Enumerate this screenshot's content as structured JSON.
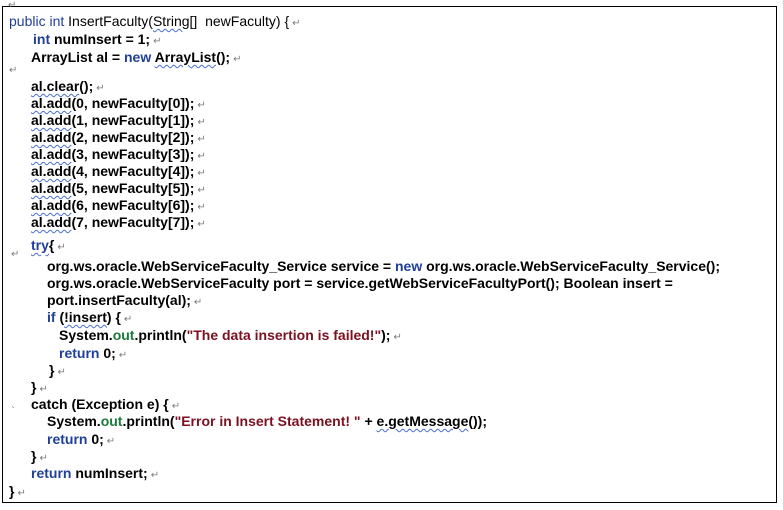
{
  "code": {
    "signature": {
      "public_int": "public int",
      "name": "InsertFaculty(",
      "type": "String[]",
      "param": "  newFaculty) {"
    },
    "decl_int": {
      "kw": "int",
      "rest": " numInsert = 1;"
    },
    "decl_list": {
      "type": "ArrayList",
      "rest1": " al = ",
      "kw": "new",
      "ctor": "ArrayList",
      "rest2": "();"
    },
    "clear": {
      "obj": "al.clear",
      "rest": "();"
    },
    "adds": [
      {
        "obj": "al.add",
        "args": "(0, newFaculty[0]);"
      },
      {
        "obj": "al.add",
        "args": "(1, newFaculty[1]);"
      },
      {
        "obj": "al.add",
        "args": "(2, newFaculty[2]);"
      },
      {
        "obj": "al.add",
        "args": "(3, newFaculty[3]);"
      },
      {
        "obj": "al.add",
        "args": "(4, newFaculty[4]);"
      },
      {
        "obj": "al.add",
        "args": "(5, newFaculty[5]);"
      },
      {
        "obj": "al.add",
        "args": "(6, newFaculty[6]);"
      },
      {
        "obj": "al.add",
        "args": "(7, newFaculty[7]);"
      }
    ],
    "try": {
      "kw": "try",
      "brace": "{"
    },
    "service_line": {
      "pre": "org.ws.oracle.WebServiceFaculty_Service service = ",
      "kw": "new",
      "post": " org.ws.oracle.WebServiceFaculty_Service();"
    },
    "port_line": "org.ws.oracle.WebServiceFaculty port = service.getWebServiceFacultyPort(); Boolean insert =",
    "insert_line": "port.insertFaculty(al);",
    "if_line": {
      "kw": "if",
      "pre": " (",
      "neg": "!insert",
      "post": ") {"
    },
    "print1": {
      "pre": "System.",
      "out": "out",
      "mid": ".println(",
      "str": "\"The data insertion is failed!\"",
      "post": ");"
    },
    "return0": {
      "kw": "return",
      "rest": " 0;"
    },
    "close_brace": "}",
    "catch_line": "catch (Exception e) {",
    "print2": {
      "pre": "System.",
      "out": "out",
      "mid": ".println(",
      "str": "\"Error in Insert Statement! \"",
      "plus": " + ",
      "emsg": "e.getMessage",
      "post": "());"
    },
    "return_final": {
      "kw": "return",
      "rest": " numInsert;"
    },
    "pilcrow": "↵"
  }
}
